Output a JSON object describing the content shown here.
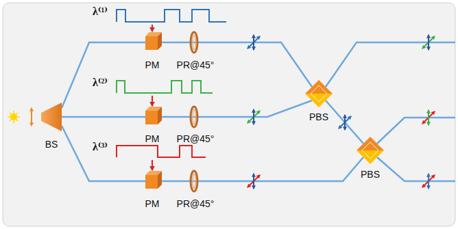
{
  "diagram": {
    "labels": [
      "λ⁽¹⁾",
      "PM",
      "PR@45°",
      "λ⁽²⁾",
      "BS",
      "PM",
      "PR@45°",
      "λ⁽³⁾",
      "PM",
      "PR@45°",
      "PBS",
      "PBS"
    ]
  }
}
